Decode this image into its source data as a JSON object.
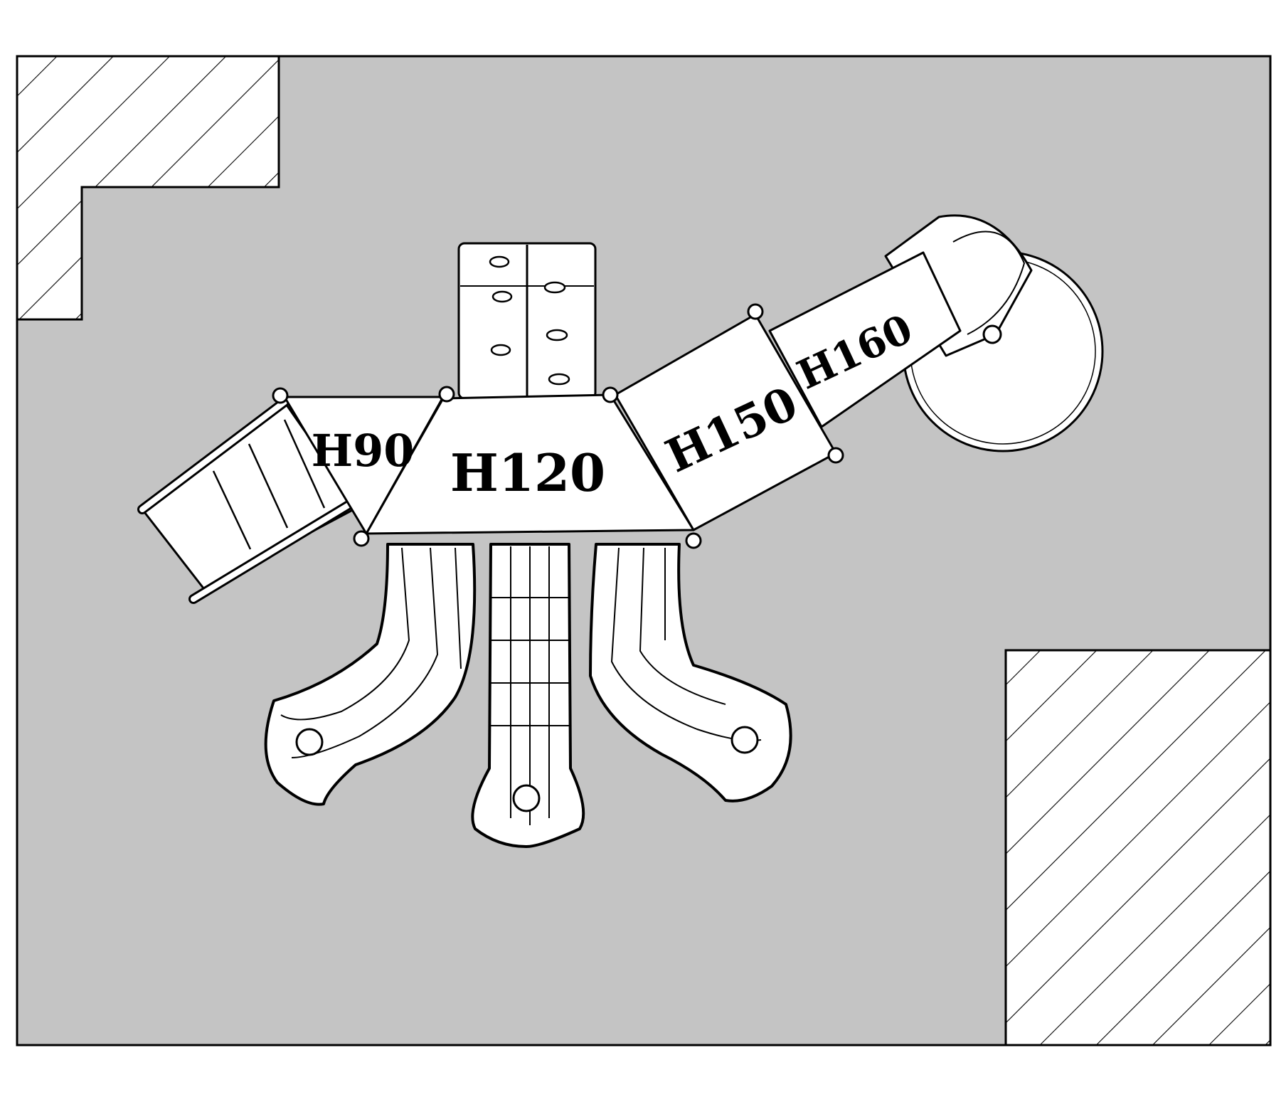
{
  "diagram": {
    "colors": {
      "background": "#ffffff",
      "ground": "#c4c4c4",
      "outline": "#000000",
      "equipment": "#ffffff"
    },
    "platforms": [
      {
        "id": "h90",
        "label": "H90"
      },
      {
        "id": "h120",
        "label": "H120"
      },
      {
        "id": "h150",
        "label": "H150"
      },
      {
        "id": "h160",
        "label": "H160"
      }
    ]
  }
}
